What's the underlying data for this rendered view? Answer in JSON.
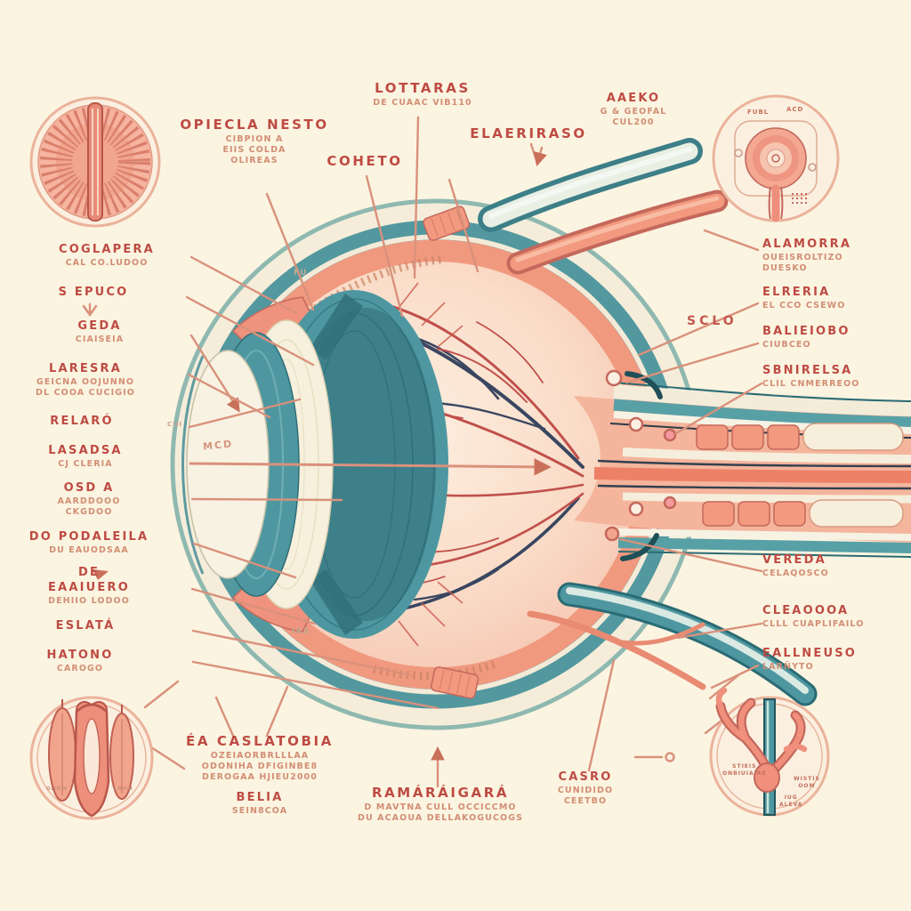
{
  "scene": {
    "title": "eye-anatomy-cross-section-illustration",
    "background": "#FBF4E1"
  },
  "palette": {
    "label_strong": "#BE4B43",
    "label_soft": "#D28E74",
    "salmon": "#F0997F",
    "teal": "#4E97A0",
    "cream": "#F5EDDA",
    "vessel_red": "#C0504B",
    "vessel_dark": "#3A4660",
    "leader": "#D9917B"
  },
  "labels": [
    {
      "id": "opiecla-nesto",
      "title": "OPIECLA NESTO",
      "subs": [
        "CIBPION A",
        "EIIS COLDA",
        "OLIREAS"
      ]
    },
    {
      "id": "lottaras",
      "title": "LOTTARAS",
      "subs": [
        "DE CUAAC VIB110"
      ]
    },
    {
      "id": "coheto",
      "title": "COHETO",
      "subs": []
    },
    {
      "id": "elaeriraso",
      "title": "ELAERIRASO",
      "subs": []
    },
    {
      "id": "aaeko",
      "title": "AAEKO",
      "subs": [
        "G & GEOFAL",
        "CUL200"
      ]
    },
    {
      "id": "coglapera",
      "title": "COGLAPERA",
      "subs": [
        "CAL CO.LUDOO"
      ]
    },
    {
      "id": "s-epuco",
      "title": "S EPUCO",
      "subs": []
    },
    {
      "id": "geda",
      "title": "GEDA",
      "subs": [
        "CIAISEIA"
      ]
    },
    {
      "id": "laresra",
      "title": "LARESRA",
      "subs": [
        "GEICNA OOJUNNO",
        "DL COOA CUCIGIO"
      ]
    },
    {
      "id": "relaro",
      "title": "RELARÓ",
      "subs": []
    },
    {
      "id": "lasadsa",
      "title": "LASADSA",
      "subs": [
        "CJ CLERIA"
      ]
    },
    {
      "id": "osda",
      "title": "OSD A",
      "subs": [
        "AARDDOOO",
        "CKGDOO"
      ]
    },
    {
      "id": "do-podaleila",
      "title": "DO PODALEILA",
      "subs": [
        "DU EAUODSAA"
      ]
    },
    {
      "id": "de-eaaiuero",
      "title": "DE",
      "title2": "EAAIUERO",
      "subs": [
        "DEHIIO LODOO"
      ]
    },
    {
      "id": "eslata",
      "title": "ESLATÁ",
      "subs": []
    },
    {
      "id": "hatono",
      "title": "HATONO",
      "subs": [
        "CAROGO"
      ]
    },
    {
      "id": "alamorra",
      "title": "ALAMORRA",
      "subs": [
        "OUEISROLTIZO",
        "DUESKO"
      ]
    },
    {
      "id": "elreria",
      "title": "ELRERIA",
      "subs": [
        "EL CCO CSEWO"
      ]
    },
    {
      "id": "balieiobo",
      "title": "BALIEIOBO",
      "subs": [
        "CIUBCEO"
      ]
    },
    {
      "id": "sbnirelsa",
      "title": "SBNIRELSA",
      "subs": [
        "CLIL CNMERREOO"
      ]
    },
    {
      "id": "sclo",
      "title": "SCLO",
      "subs": []
    },
    {
      "id": "vereda",
      "title": "VEREDA",
      "subs": [
        "CELAQOSCO"
      ]
    },
    {
      "id": "cleaoooa",
      "title": "CLEAOOOA",
      "subs": [
        "CLLL CUAPLIFAILO"
      ]
    },
    {
      "id": "eallneuso",
      "title": "EALLNEUSO",
      "subs": [
        "LARÑYTO"
      ]
    },
    {
      "id": "ea-caslatobia",
      "title": "ÉA CASLATOBIA",
      "subs": [
        "OZEIAORBRLLLAA",
        "ODONIHA DFIGINBE8",
        "DEROGAA HJIEU2000"
      ]
    },
    {
      "id": "belia",
      "title": "BELIA",
      "subs": [
        "SEIN8COA"
      ]
    },
    {
      "id": "ramaraigara",
      "title": "RAMÁRÁIGARÁ",
      "subs": [
        "D MAVTNA CULL OCCICCMO",
        "DU ACAOUA DELLAKOGUCOGS"
      ]
    },
    {
      "id": "casro",
      "title": "CASRO",
      "subs": [
        "CUNIDIDO",
        "CEETBO"
      ]
    }
  ],
  "diagram_texts": {
    "mcd": "MCD",
    "ciii": "CIII",
    "ia3": "IA3",
    "fu": "FU"
  },
  "insets": {
    "top_right": {
      "label_a": "FUBL",
      "label_b": "ACD"
    },
    "bottom_left": {
      "label_a": "OIIUM",
      "label_b": "LOIIU"
    },
    "bottom_right": {
      "line1a": "STIEIS",
      "line1b": "ONBIUIAIRE",
      "line2a": "WISTIS",
      "line2b": "OOM",
      "line3a": "IUG",
      "line3b": "ALEVA"
    }
  }
}
